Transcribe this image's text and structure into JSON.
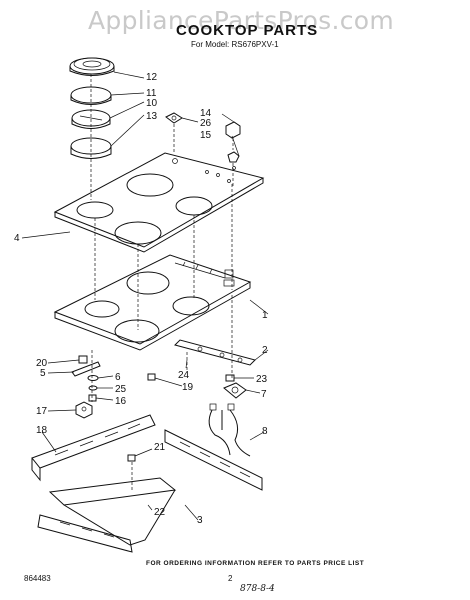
{
  "watermark": "AppliancePartsPros.com",
  "title": "COOKTOP PARTS",
  "model": "For Model: RS676PXV-1",
  "footer": {
    "ordering_note": "FOR ORDERING INFORMATION REFER TO PARTS PRICE LIST",
    "code": "864483",
    "page": "2",
    "handwritten": "878-8-4"
  },
  "callouts": [
    "1",
    "2",
    "3",
    "4",
    "5",
    "6",
    "7",
    "8",
    "10",
    "11",
    "12",
    "13",
    "14",
    "15",
    "16",
    "17",
    "18",
    "19",
    "20",
    "21",
    "22",
    "23",
    "24",
    "25",
    "26"
  ]
}
